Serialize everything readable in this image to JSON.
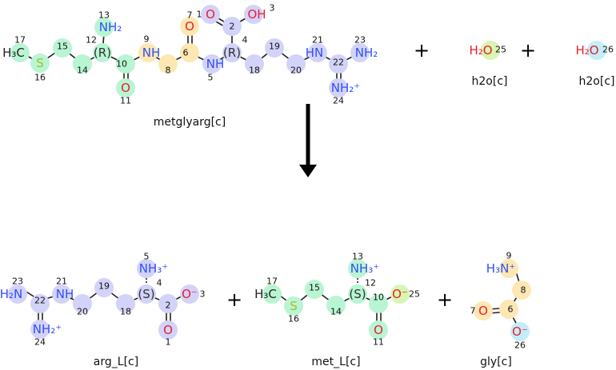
{
  "colors": {
    "met": "#b9f5d3",
    "gly": "#fde7b3",
    "arg": "#d3d3f9",
    "h2o25": "#d9f5b3",
    "h2o26": "#c4edf9",
    "N": "#3050f8",
    "O": "#e8202a",
    "S": "#a0c020",
    "C": "#222222"
  },
  "reaction": {
    "plus": "+"
  },
  "molecules": [
    {
      "id": "metglyarg",
      "name": "metglyarg[c]",
      "atoms": [
        {
          "num": "17",
          "label": "H₃C",
          "el": "C",
          "g": "met"
        },
        {
          "num": "16",
          "label": "S",
          "el": "S",
          "g": "met"
        },
        {
          "num": "15",
          "label": "",
          "el": "C",
          "g": "met"
        },
        {
          "num": "14",
          "label": "",
          "el": "C",
          "g": "met"
        },
        {
          "num": "12",
          "label": "(R)",
          "el": "C",
          "g": "met"
        },
        {
          "num": "13",
          "label": "NH₂",
          "el": "N",
          "g": "met"
        },
        {
          "num": "10",
          "label": "",
          "el": "C",
          "g": "met"
        },
        {
          "num": "11",
          "label": "O",
          "el": "O",
          "g": "met"
        },
        {
          "num": "9",
          "label": "NH",
          "el": "N",
          "g": "gly"
        },
        {
          "num": "8",
          "label": "",
          "el": "C",
          "g": "gly"
        },
        {
          "num": "6",
          "label": "",
          "el": "C",
          "g": "gly"
        },
        {
          "num": "7",
          "label": "O",
          "el": "O",
          "g": "gly"
        },
        {
          "num": "5",
          "label": "NH",
          "el": "N",
          "g": "arg"
        },
        {
          "num": "4",
          "label": "(R)",
          "el": "C",
          "g": "arg"
        },
        {
          "num": "2",
          "label": "",
          "el": "C",
          "g": "arg"
        },
        {
          "num": "1",
          "label": "O",
          "el": "O",
          "g": "arg"
        },
        {
          "num": "3",
          "label": "OH",
          "el": "O",
          "g": "arg"
        },
        {
          "num": "18",
          "label": "",
          "el": "C",
          "g": "arg"
        },
        {
          "num": "19",
          "label": "",
          "el": "C",
          "g": "arg"
        },
        {
          "num": "20",
          "label": "",
          "el": "C",
          "g": "arg"
        },
        {
          "num": "21",
          "label": "HN",
          "el": "N",
          "g": "arg"
        },
        {
          "num": "22",
          "label": "",
          "el": "C",
          "g": "arg"
        },
        {
          "num": "23",
          "label": "NH₂",
          "el": "N",
          "g": "arg"
        },
        {
          "num": "24",
          "label": "NH₂⁺",
          "el": "N",
          "g": "arg"
        }
      ]
    },
    {
      "id": "h2o-25",
      "name": "h2o[c]",
      "atoms": [
        {
          "num": "25",
          "label": "H₂O",
          "el": "O",
          "g": "h2o25"
        }
      ]
    },
    {
      "id": "h2o-26",
      "name": "h2o[c]",
      "atoms": [
        {
          "num": "26",
          "label": "H₂O",
          "el": "O",
          "g": "h2o26"
        }
      ]
    },
    {
      "id": "arg_L",
      "name": "arg_L[c]",
      "atoms": [
        {
          "num": "23",
          "label": "H₂N",
          "el": "N",
          "g": "arg"
        },
        {
          "num": "22",
          "label": "",
          "el": "C",
          "g": "arg"
        },
        {
          "num": "24",
          "label": "NH₂⁺",
          "el": "N",
          "g": "arg"
        },
        {
          "num": "21",
          "label": "NH",
          "el": "N",
          "g": "arg"
        },
        {
          "num": "20",
          "label": "",
          "el": "C",
          "g": "arg"
        },
        {
          "num": "19",
          "label": "",
          "el": "C",
          "g": "arg"
        },
        {
          "num": "18",
          "label": "",
          "el": "C",
          "g": "arg"
        },
        {
          "num": "4",
          "label": "(S)",
          "el": "C",
          "g": "arg"
        },
        {
          "num": "5",
          "label": "NH₃⁺",
          "el": "N",
          "g": "arg"
        },
        {
          "num": "2",
          "label": "",
          "el": "C",
          "g": "arg"
        },
        {
          "num": "3",
          "label": "O⁻",
          "el": "O",
          "g": "arg"
        },
        {
          "num": "1",
          "label": "O",
          "el": "O",
          "g": "arg"
        }
      ]
    },
    {
      "id": "met_L",
      "name": "met_L[c]",
      "atoms": [
        {
          "num": "17",
          "label": "H₃C",
          "el": "C",
          "g": "met"
        },
        {
          "num": "16",
          "label": "S",
          "el": "S",
          "g": "met"
        },
        {
          "num": "15",
          "label": "",
          "el": "C",
          "g": "met"
        },
        {
          "num": "14",
          "label": "",
          "el": "C",
          "g": "met"
        },
        {
          "num": "12",
          "label": "(S)",
          "el": "C",
          "g": "met"
        },
        {
          "num": "13",
          "label": "NH₃⁺",
          "el": "N",
          "g": "met"
        },
        {
          "num": "10",
          "label": "",
          "el": "C",
          "g": "met"
        },
        {
          "num": "11",
          "label": "O",
          "el": "O",
          "g": "met"
        },
        {
          "num": "25",
          "label": "O⁻",
          "el": "O",
          "g": "h2o25"
        }
      ]
    },
    {
      "id": "gly",
      "name": "gly[c]",
      "atoms": [
        {
          "num": "9",
          "label": "H₃N⁺",
          "el": "N",
          "g": "gly"
        },
        {
          "num": "8",
          "label": "",
          "el": "C",
          "g": "gly"
        },
        {
          "num": "6",
          "label": "",
          "el": "C",
          "g": "gly"
        },
        {
          "num": "7",
          "label": "O",
          "el": "O",
          "g": "gly"
        },
        {
          "num": "26",
          "label": "O⁻",
          "el": "O",
          "g": "h2o26"
        }
      ]
    }
  ]
}
